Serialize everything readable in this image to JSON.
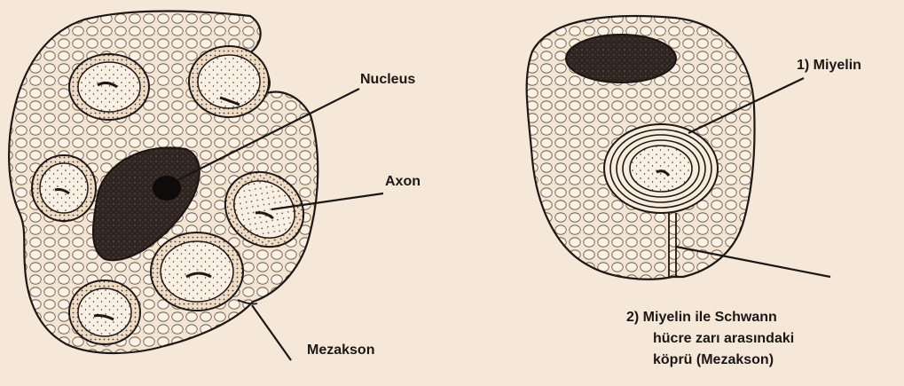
{
  "left_figure": {
    "labels": {
      "nucleus": "Nucleus",
      "axon": "Axon",
      "mesaxon": "Mezakson"
    }
  },
  "right_figure": {
    "labels": {
      "myelin": "1)  Miyelin",
      "bridge_line1": "2)  Miyelin ile Schwann",
      "bridge_line2": "hücre zarı arasındaki",
      "bridge_line3": "köprü (Mezakson)"
    }
  },
  "colors": {
    "background": "#f6e8d8",
    "outline": "#1d1815",
    "nucleus": "#2a221e"
  }
}
